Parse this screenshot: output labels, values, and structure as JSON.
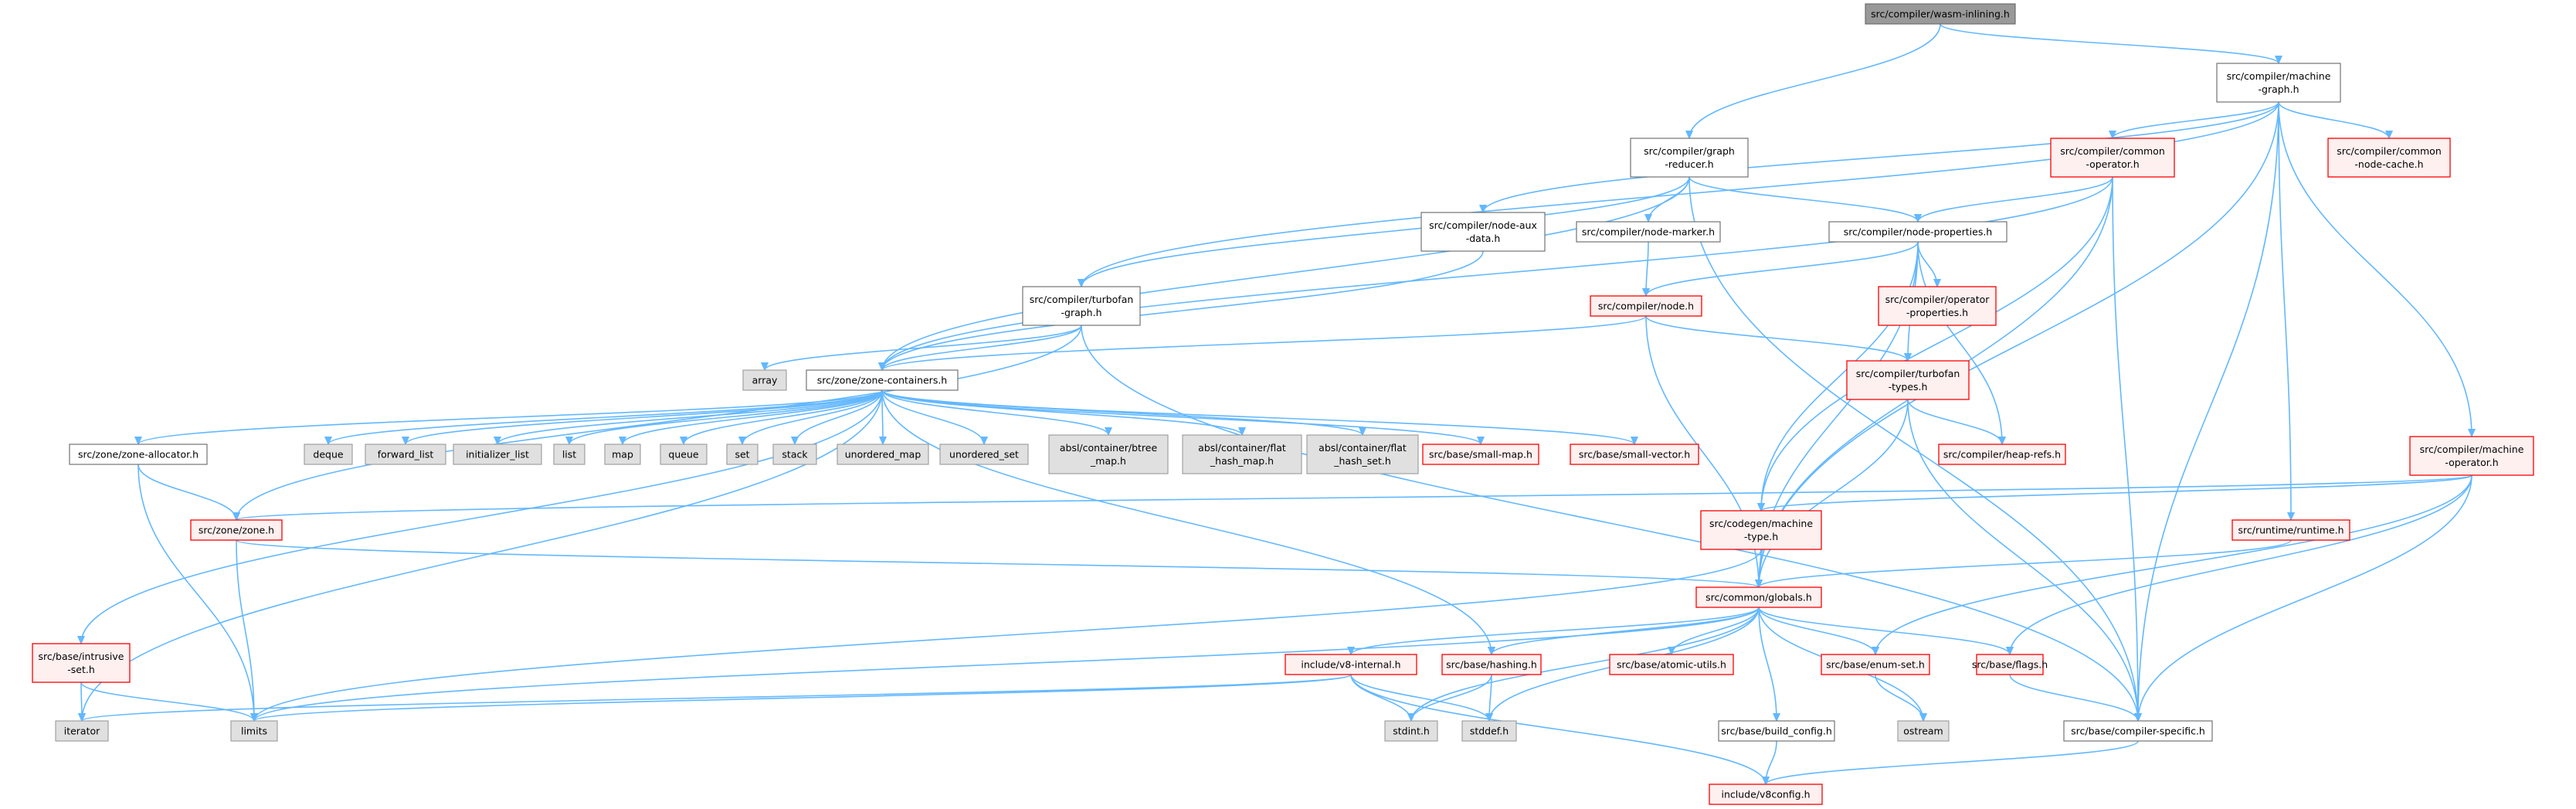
{
  "colors": {
    "root_fill": "#999999",
    "root_stroke": "#666666",
    "normal_fill": "#ffffff",
    "normal_stroke": "#666666",
    "trunc_fill": "#fff0f0",
    "trunc_stroke": "#ff0000",
    "sys_fill": "#e0e0e0",
    "sys_stroke": "#999999",
    "edge": "#63b8ff"
  },
  "nodes": [
    {
      "id": "wasm_inlining",
      "kind": "root",
      "lines": [
        "src/compiler/wasm-inlining.h"
      ]
    },
    {
      "id": "machine_graph",
      "kind": "normal",
      "lines": [
        "src/compiler/machine",
        "-graph.h"
      ]
    },
    {
      "id": "graph_reducer",
      "kind": "normal",
      "lines": [
        "src/compiler/graph",
        "-reducer.h"
      ]
    },
    {
      "id": "common_operator",
      "kind": "trunc",
      "lines": [
        "src/compiler/common",
        "-operator.h"
      ]
    },
    {
      "id": "common_node_cache",
      "kind": "trunc",
      "lines": [
        "src/compiler/common",
        "-node-cache.h"
      ]
    },
    {
      "id": "node_aux_data",
      "kind": "normal",
      "lines": [
        "src/compiler/node-aux",
        "-data.h"
      ]
    },
    {
      "id": "node_marker",
      "kind": "normal",
      "lines": [
        "src/compiler/node-marker.h"
      ]
    },
    {
      "id": "node_properties",
      "kind": "normal",
      "lines": [
        "src/compiler/node-properties.h"
      ]
    },
    {
      "id": "turbofan_graph",
      "kind": "normal",
      "lines": [
        "src/compiler/turbofan",
        "-graph.h"
      ]
    },
    {
      "id": "node",
      "kind": "trunc",
      "lines": [
        "src/compiler/node.h"
      ]
    },
    {
      "id": "operator_properties",
      "kind": "trunc",
      "lines": [
        "src/compiler/operator",
        "-properties.h"
      ]
    },
    {
      "id": "array",
      "kind": "sys",
      "lines": [
        "array"
      ]
    },
    {
      "id": "zone_containers",
      "kind": "normal",
      "lines": [
        "src/zone/zone-containers.h"
      ]
    },
    {
      "id": "turbofan_types",
      "kind": "trunc",
      "lines": [
        "src/compiler/turbofan",
        "-types.h"
      ]
    },
    {
      "id": "machine_operator",
      "kind": "trunc",
      "lines": [
        "src/compiler/machine",
        "-operator.h"
      ]
    },
    {
      "id": "zone_allocator",
      "kind": "normal",
      "lines": [
        "src/zone/zone-allocator.h"
      ]
    },
    {
      "id": "deque",
      "kind": "sys",
      "lines": [
        "deque"
      ]
    },
    {
      "id": "forward_list",
      "kind": "sys",
      "lines": [
        "forward_list"
      ]
    },
    {
      "id": "initializer_list",
      "kind": "sys",
      "lines": [
        "initializer_list"
      ]
    },
    {
      "id": "list",
      "kind": "sys",
      "lines": [
        "list"
      ]
    },
    {
      "id": "map",
      "kind": "sys",
      "lines": [
        "map"
      ]
    },
    {
      "id": "queue",
      "kind": "sys",
      "lines": [
        "queue"
      ]
    },
    {
      "id": "set",
      "kind": "sys",
      "lines": [
        "set"
      ]
    },
    {
      "id": "stack",
      "kind": "sys",
      "lines": [
        "stack"
      ]
    },
    {
      "id": "unordered_map",
      "kind": "sys",
      "lines": [
        "unordered_map"
      ]
    },
    {
      "id": "unordered_set",
      "kind": "sys",
      "lines": [
        "unordered_set"
      ]
    },
    {
      "id": "btree_map",
      "kind": "sys",
      "lines": [
        "absl/container/btree",
        "_map.h"
      ]
    },
    {
      "id": "flat_hash_map",
      "kind": "sys",
      "lines": [
        "absl/container/flat",
        "_hash_map.h"
      ]
    },
    {
      "id": "flat_hash_set",
      "kind": "sys",
      "lines": [
        "absl/container/flat",
        "_hash_set.h"
      ]
    },
    {
      "id": "small_map",
      "kind": "trunc",
      "lines": [
        "src/base/small-map.h"
      ]
    },
    {
      "id": "small_vector",
      "kind": "trunc",
      "lines": [
        "src/base/small-vector.h"
      ]
    },
    {
      "id": "heap_refs",
      "kind": "trunc",
      "lines": [
        "src/compiler/heap-refs.h"
      ]
    },
    {
      "id": "zone",
      "kind": "trunc",
      "lines": [
        "src/zone/zone.h"
      ]
    },
    {
      "id": "machine_type",
      "kind": "trunc",
      "lines": [
        "src/codegen/machine",
        "-type.h"
      ]
    },
    {
      "id": "runtime",
      "kind": "trunc",
      "lines": [
        "src/runtime/runtime.h"
      ]
    },
    {
      "id": "globals",
      "kind": "trunc",
      "lines": [
        "src/common/globals.h"
      ]
    },
    {
      "id": "intrusive_set",
      "kind": "trunc",
      "lines": [
        "src/base/intrusive",
        "-set.h"
      ]
    },
    {
      "id": "v8_internal",
      "kind": "trunc",
      "lines": [
        "include/v8-internal.h"
      ]
    },
    {
      "id": "hashing",
      "kind": "trunc",
      "lines": [
        "src/base/hashing.h"
      ]
    },
    {
      "id": "atomic_utils",
      "kind": "trunc",
      "lines": [
        "src/base/atomic-utils.h"
      ]
    },
    {
      "id": "enum_set",
      "kind": "trunc",
      "lines": [
        "src/base/enum-set.h"
      ]
    },
    {
      "id": "flags",
      "kind": "trunc",
      "lines": [
        "src/base/flags.h"
      ]
    },
    {
      "id": "iterator",
      "kind": "sys",
      "lines": [
        "iterator"
      ]
    },
    {
      "id": "limits",
      "kind": "sys",
      "lines": [
        "limits"
      ]
    },
    {
      "id": "stdint",
      "kind": "sys",
      "lines": [
        "stdint.h"
      ]
    },
    {
      "id": "stddef",
      "kind": "sys",
      "lines": [
        "stddef.h"
      ]
    },
    {
      "id": "build_config",
      "kind": "normal",
      "lines": [
        "src/base/build_config.h"
      ]
    },
    {
      "id": "ostream",
      "kind": "sys",
      "lines": [
        "ostream"
      ]
    },
    {
      "id": "compiler_specific",
      "kind": "normal",
      "lines": [
        "src/base/compiler-specific.h"
      ]
    },
    {
      "id": "v8config",
      "kind": "trunc",
      "lines": [
        "include/v8config.h"
      ]
    }
  ],
  "edges": [
    [
      "wasm_inlining",
      "machine_graph"
    ],
    [
      "wasm_inlining",
      "graph_reducer"
    ],
    [
      "machine_graph",
      "common_operator"
    ],
    [
      "machine_graph",
      "common_node_cache"
    ],
    [
      "machine_graph",
      "turbofan_graph"
    ],
    [
      "machine_graph",
      "node_aux_data"
    ],
    [
      "machine_graph",
      "machine_operator"
    ],
    [
      "machine_graph",
      "runtime"
    ],
    [
      "machine_graph",
      "globals"
    ],
    [
      "machine_graph",
      "compiler_specific"
    ],
    [
      "graph_reducer",
      "node_marker"
    ],
    [
      "graph_reducer",
      "node_properties"
    ],
    [
      "graph_reducer",
      "turbofan_graph"
    ],
    [
      "graph_reducer",
      "zone_containers"
    ],
    [
      "graph_reducer",
      "compiler_specific"
    ],
    [
      "common_operator",
      "node_properties"
    ],
    [
      "common_operator",
      "zone_containers"
    ],
    [
      "common_operator",
      "machine_type"
    ],
    [
      "common_operator",
      "globals"
    ],
    [
      "common_operator",
      "compiler_specific"
    ],
    [
      "node_aux_data",
      "zone_containers"
    ],
    [
      "node_marker",
      "node"
    ],
    [
      "node_properties",
      "node"
    ],
    [
      "node_properties",
      "operator_properties"
    ],
    [
      "node_properties",
      "turbofan_types"
    ],
    [
      "node_properties",
      "heap_refs"
    ],
    [
      "node_properties",
      "machine_type"
    ],
    [
      "node_properties",
      "globals"
    ],
    [
      "turbofan_graph",
      "array"
    ],
    [
      "turbofan_graph",
      "zone_containers"
    ],
    [
      "turbofan_graph",
      "zone"
    ],
    [
      "turbofan_graph",
      "compiler_specific"
    ],
    [
      "node",
      "zone_containers"
    ],
    [
      "node",
      "turbofan_types"
    ],
    [
      "node",
      "globals"
    ],
    [
      "zone_containers",
      "zone_allocator"
    ],
    [
      "zone_containers",
      "deque"
    ],
    [
      "zone_containers",
      "forward_list"
    ],
    [
      "zone_containers",
      "initializer_list"
    ],
    [
      "zone_containers",
      "list"
    ],
    [
      "zone_containers",
      "map"
    ],
    [
      "zone_containers",
      "queue"
    ],
    [
      "zone_containers",
      "set"
    ],
    [
      "zone_containers",
      "stack"
    ],
    [
      "zone_containers",
      "unordered_map"
    ],
    [
      "zone_containers",
      "unordered_set"
    ],
    [
      "zone_containers",
      "btree_map"
    ],
    [
      "zone_containers",
      "flat_hash_map"
    ],
    [
      "zone_containers",
      "flat_hash_set"
    ],
    [
      "zone_containers",
      "small_map"
    ],
    [
      "zone_containers",
      "small_vector"
    ],
    [
      "zone_containers",
      "intrusive_set"
    ],
    [
      "zone_containers",
      "hashing"
    ],
    [
      "zone_containers",
      "iterator"
    ],
    [
      "turbofan_types",
      "heap_refs"
    ],
    [
      "turbofan_types",
      "globals"
    ],
    [
      "turbofan_types",
      "compiler_specific"
    ],
    [
      "machine_operator",
      "zone"
    ],
    [
      "machine_operator",
      "machine_type"
    ],
    [
      "machine_operator",
      "enum_set"
    ],
    [
      "machine_operator",
      "flags"
    ],
    [
      "machine_operator",
      "compiler_specific"
    ],
    [
      "zone_allocator",
      "zone"
    ],
    [
      "zone_allocator",
      "limits"
    ],
    [
      "zone",
      "globals"
    ],
    [
      "zone",
      "limits"
    ],
    [
      "machine_type",
      "globals"
    ],
    [
      "machine_type",
      "limits"
    ],
    [
      "runtime",
      "globals"
    ],
    [
      "globals",
      "v8_internal"
    ],
    [
      "globals",
      "hashing"
    ],
    [
      "globals",
      "atomic_utils"
    ],
    [
      "globals",
      "enum_set"
    ],
    [
      "globals",
      "flags"
    ],
    [
      "globals",
      "limits"
    ],
    [
      "globals",
      "stdint"
    ],
    [
      "globals",
      "stddef"
    ],
    [
      "globals",
      "build_config"
    ],
    [
      "globals",
      "ostream"
    ],
    [
      "intrusive_set",
      "iterator"
    ],
    [
      "intrusive_set",
      "limits"
    ],
    [
      "v8_internal",
      "iterator"
    ],
    [
      "v8_internal",
      "limits"
    ],
    [
      "v8_internal",
      "stdint"
    ],
    [
      "v8_internal",
      "stddef"
    ],
    [
      "v8_internal",
      "v8config"
    ],
    [
      "hashing",
      "stdint"
    ],
    [
      "hashing",
      "stddef"
    ],
    [
      "enum_set",
      "ostream"
    ],
    [
      "flags",
      "compiler_specific"
    ],
    [
      "build_config",
      "v8config"
    ],
    [
      "compiler_specific",
      "v8config"
    ]
  ]
}
